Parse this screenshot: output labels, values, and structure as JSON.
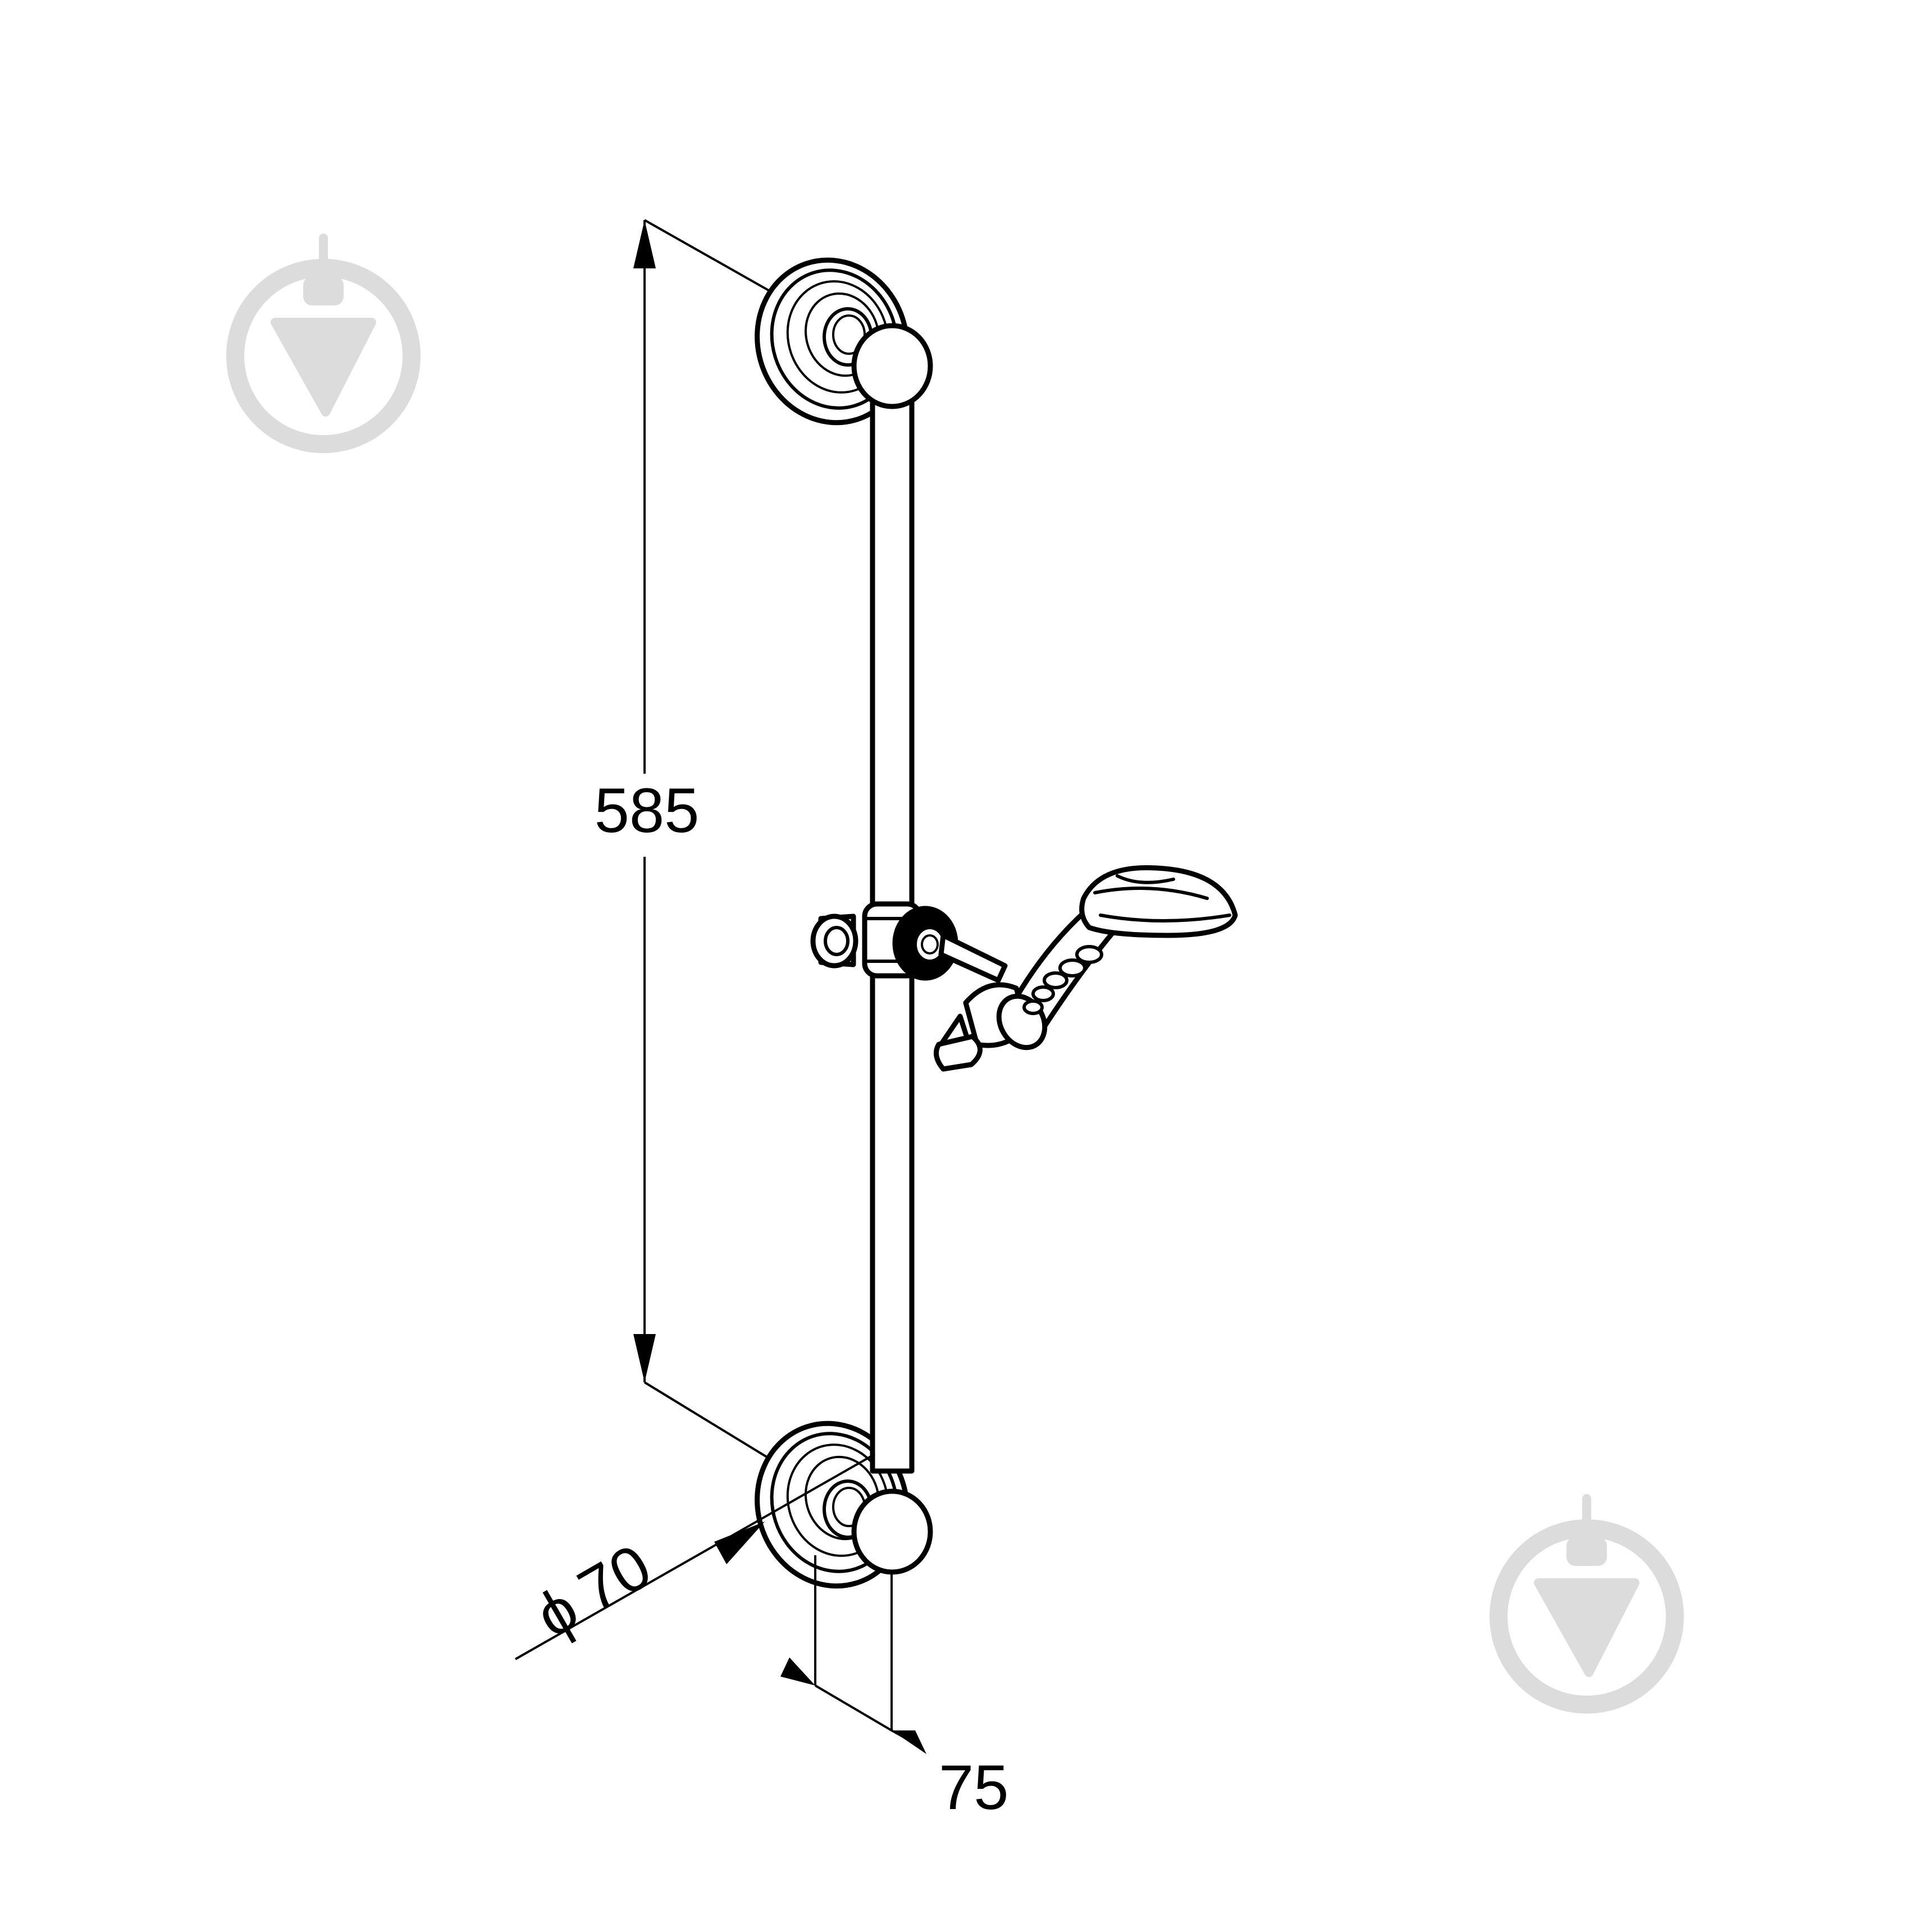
{
  "dimensions": {
    "height_label": "585",
    "diameter_symbol": "ϕ",
    "diameter_value": "70",
    "projection_label": "75"
  },
  "watermark": {
    "icon": "down-arrow-in-circle-icon",
    "color": "#dcdcdc",
    "count": 2
  },
  "drawing": {
    "line_color": "#000000",
    "background": "#ffffff"
  }
}
